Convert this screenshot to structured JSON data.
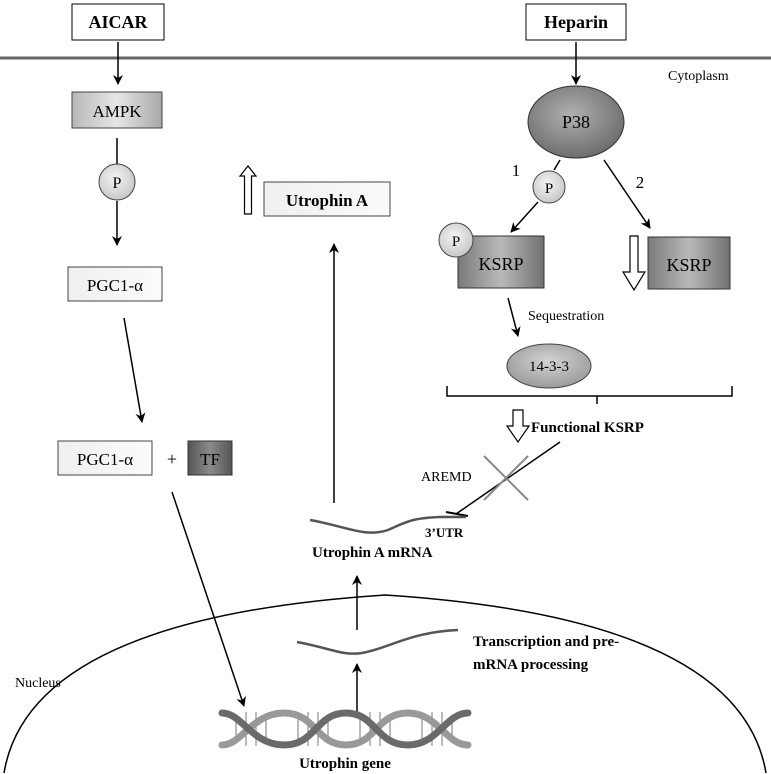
{
  "signals": {
    "aicar": "AICAR",
    "heparin": "Heparin"
  },
  "compartments": {
    "cytoplasm": "Cytoplasm",
    "nucleus": "Nucleus"
  },
  "left_pathway": {
    "ampk": "AMPK",
    "phospho_mark": "P",
    "pgc1a": "PGC1-α",
    "pgc1a_complex": "PGC1-α",
    "plus": "+",
    "tf": "TF"
  },
  "right_pathway": {
    "p38": "P38",
    "branch1": "1",
    "branch2": "2",
    "phospho_mark": "P",
    "ksrp_phospho_mark": "P",
    "ksrp_phospho": "KSRP",
    "ksrp_decreased": "KSRP",
    "sequestration": "Sequestration",
    "protein_1433": "14-3-3",
    "functional_ksrp": "Functional KSRP"
  },
  "mrna": {
    "aremd": "AREMD",
    "utr": "3’UTR",
    "mrna_label": "Utrophin A mRNA",
    "transcription_line1": "Transcription and pre-",
    "transcription_line2": "mRNA processing",
    "gene_label": "Utrophin gene"
  },
  "output": {
    "utrophin_a": "Utrophin A"
  }
}
